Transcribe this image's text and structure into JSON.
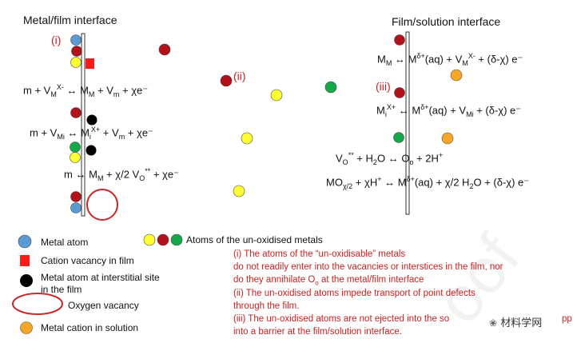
{
  "titles": {
    "left": "Metal/film interface",
    "right": "Film/solution interface"
  },
  "markers": {
    "i": "(i)",
    "ii": "(ii)",
    "iii": "(iii)"
  },
  "left_reactions": [
    {
      "lhs": "m +  V",
      "lhs_sub": "M",
      "lhs_sup": "X-",
      "arrow": "↔",
      "rhs": "M",
      "rhs_sub": "M",
      "rhs2": " + V",
      "rhs2_sub": "m",
      "rhs3": " + χe⁻"
    },
    {
      "lhs": "m +  V",
      "lhs_sub": "Mi",
      "arrow": "↔",
      "rhs": "M",
      "rhs_sub": "i",
      "rhs_sup": "X+",
      "rhs2": " + V",
      "rhs2_sub": "m",
      "rhs3": " + χe⁻"
    },
    {
      "lhs": "m",
      "arrow": "↔",
      "rhs": "M",
      "rhs_sub": "M",
      "rhs2": " + χ/2 V",
      "rhs2_sub": "O",
      "rhs2_sup": "**",
      "rhs3": " + χe⁻"
    }
  ],
  "right_reactions": [
    {
      "lhs": "M",
      "lhs_sub": "M",
      "arrow": "↔",
      "rhs": "M",
      "rhs_sup": "δ+",
      "rhs2": "(aq) + V",
      "rhs2_sub": "M",
      "rhs2_sup": "X-",
      "rhs3": " + (δ-χ) e⁻"
    },
    {
      "lhs": "M",
      "lhs_sub": "i",
      "lhs_sup": "X+",
      "arrow": "↔",
      "rhs": "M",
      "rhs_sup": "δ+",
      "rhs2": "(aq) + V",
      "rhs2_sub": "Mi",
      "rhs3": " + (δ-χ) e⁻"
    },
    {
      "lhs": "V",
      "lhs_sub": "O",
      "lhs_sup": "**",
      "lhs2": " +  H",
      "lhs2_sub": "2",
      "lhs3": "O",
      "arrow": "↔",
      "rhs": "O",
      "rhs_sub": "o",
      "rhs2": " + 2H",
      "rhs2_sup": "+"
    },
    {
      "lhs": "MO",
      "lhs_sub": "χ/2",
      "lhs2": " +  χH",
      "lhs2_sup": "+",
      "arrow": "↔",
      "rhs": "M",
      "rhs_sup": "δ+",
      "rhs2": "(aq) + χ/2 H",
      "rhs2_sub": "2",
      "rhs3": "O + (δ-χ) e⁻"
    }
  ],
  "legend": {
    "metal_atom": "Metal atom",
    "cation_vacancy": "Cation vacancy in film",
    "interstitial_line1": "Metal atom at interstitial site",
    "interstitial_line2": "in the film",
    "oxygen_vacancy": "Oxygen vacancy",
    "metal_cation": "Metal cation in solution",
    "unoxidised": "Atoms of the un-oxidised metals"
  },
  "notes": [
    "(i)      The atoms of the “un-oxidisable” metals",
    "do not readily enter into the vacancies or interstices in the film, nor",
    "do they annihilate O",
    "at the metal/film interface",
    "(ii)     The un-oxidised atoms impede transport of point defects",
    "through the film.",
    "(iii) The un-oxidised atoms are not ejected into the so",
    "pp",
    "into a barrier at the film/solution interface."
  ],
  "note_o_sub": "o",
  "watermark": "材料学网",
  "colors": {
    "metal_atom": "#5b9bd5",
    "vacancy_red": "#ff1a1a",
    "dark_red": "#b3121b",
    "yellow": "#ffff33",
    "green": "#14a84b",
    "orange": "#f5a623",
    "black": "#000000",
    "oxygen_ring": "#c62828",
    "note_red": "#cc1f1f"
  }
}
